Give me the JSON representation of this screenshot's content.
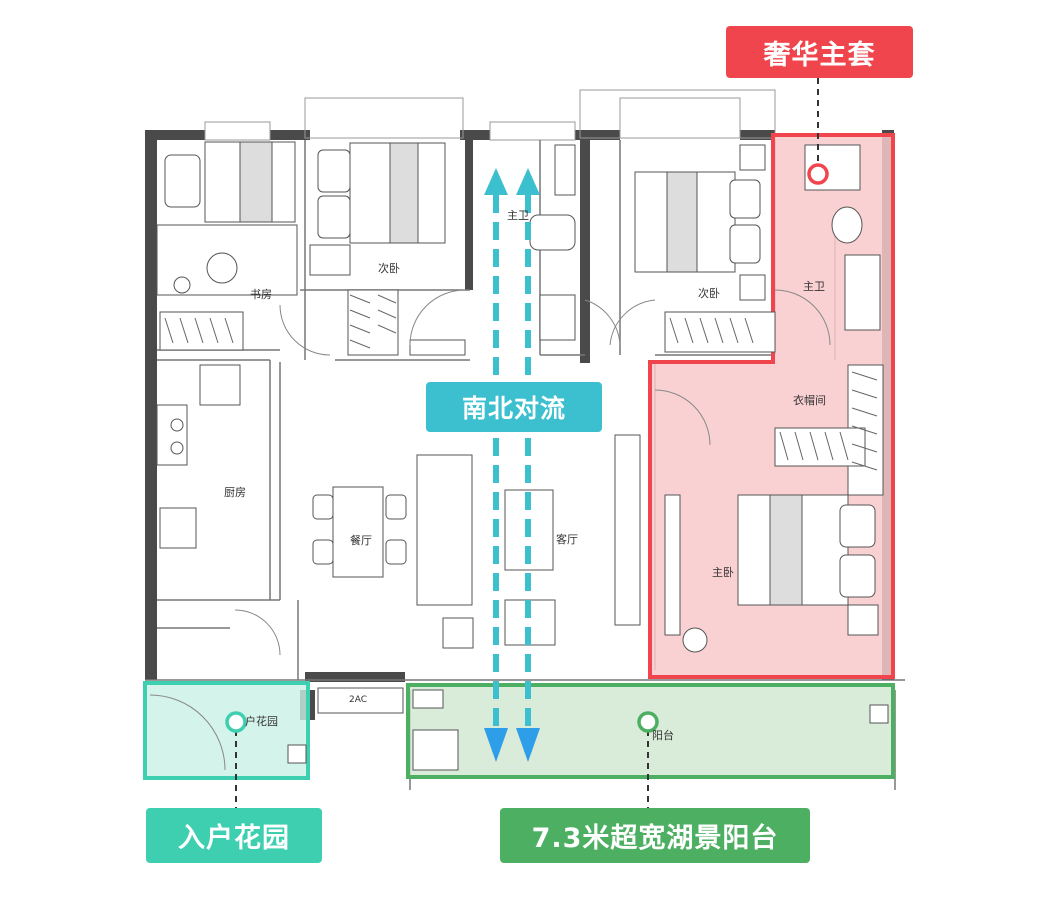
{
  "rooms": {
    "study": "书房",
    "second_bedroom_left": "次卧",
    "master_bath_small": "主卫",
    "second_bedroom_right": "次卧",
    "master_bath": "主卫",
    "wardrobe": "衣帽间",
    "kitchen": "厨房",
    "dining": "餐厅",
    "living": "客厅",
    "master_bedroom": "主卧",
    "entry_garden": "户花园",
    "balcony": "阳台",
    "ac": "2AC"
  },
  "callouts": {
    "luxury_suite": "奢华主套",
    "ventilation": "南北对流",
    "entry_garden": "入户花园",
    "lake_balcony": "7.3米超宽湖景阳台"
  },
  "colors": {
    "red": "#f0454c",
    "teal": "#3ecfb0",
    "green": "#4caf62",
    "ventilation": "#3cc0cf",
    "arrow_blue": "#2f9ee8"
  }
}
